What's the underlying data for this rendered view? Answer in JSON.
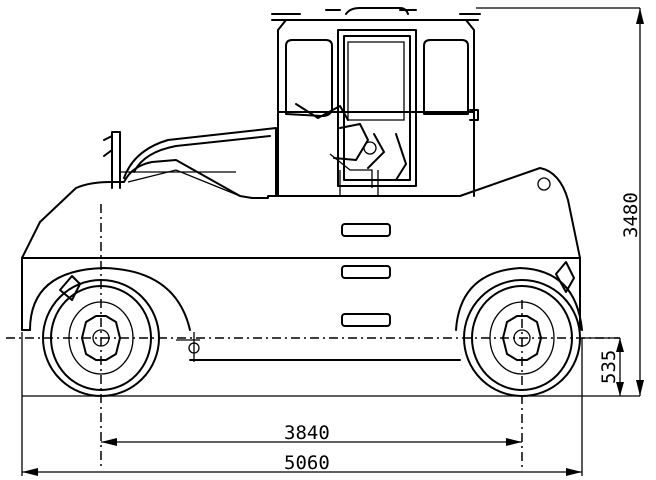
{
  "dimensions": {
    "wheelbase": "3840",
    "overall_length": "5060",
    "overall_height": "3480",
    "ground_clearance": "535"
  }
}
